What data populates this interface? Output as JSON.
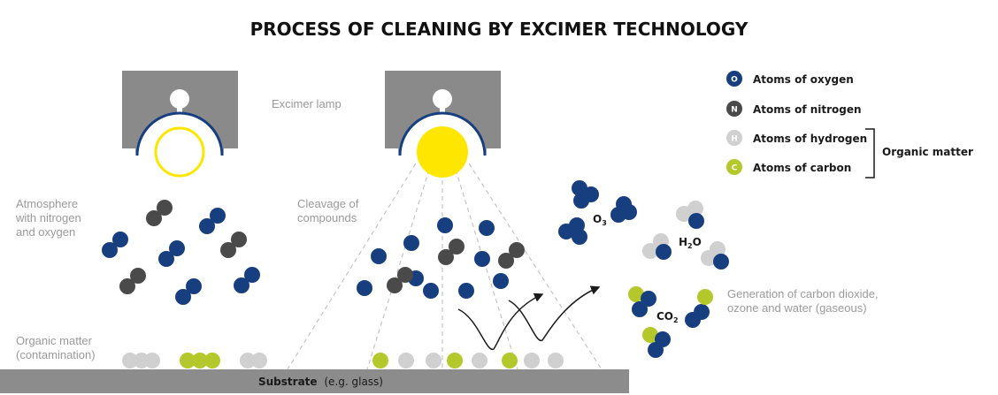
{
  "title": "PROCESS OF CLEANING BY EXCIMER TECHNOLOGY",
  "labels": {
    "excimer_lamp": "Excimer lamp",
    "atmosphere": [
      "Atmosphere",
      "with nitrogen",
      "and oxygen"
    ],
    "cleavage": [
      "Cleavage of",
      "compounds"
    ],
    "organic_matter_contamination": [
      "Organic matter",
      "(contamination)"
    ],
    "generation": [
      "Generation of carbon dioxide,",
      "ozone and water (gaseous)"
    ]
  },
  "substrate": {
    "name": "Substrate",
    "note": "(e.g. glass)"
  },
  "legend": {
    "items": [
      {
        "symbol": "O",
        "label": "Atoms of oxygen",
        "color": "#173f7f"
      },
      {
        "symbol": "N",
        "label": "Atoms of nitrogen",
        "color": "#4a4a4a"
      },
      {
        "symbol": "H",
        "label": "Atoms of hydrogen",
        "color": "#d0d0d0"
      },
      {
        "symbol": "C",
        "label": "Atoms of carbon",
        "color": "#b4c82b"
      }
    ],
    "group_label": "Organic matter"
  },
  "molecules": {
    "o3": {
      "main": "O",
      "sub": "3"
    },
    "h2o": {
      "main": "H",
      "sub": "2",
      "tail": "O"
    },
    "co2": {
      "main": "CO",
      "sub": "2"
    }
  },
  "colors": {
    "oxygen": "#173f7f",
    "nitrogen": "#4a4a4a",
    "hydrogen": "#d0d0d0",
    "carbon": "#b4c82b",
    "lamp_housing": "#8a8a8a",
    "lamp_light": "#ffe600",
    "substrate": "#8c8c8c"
  }
}
